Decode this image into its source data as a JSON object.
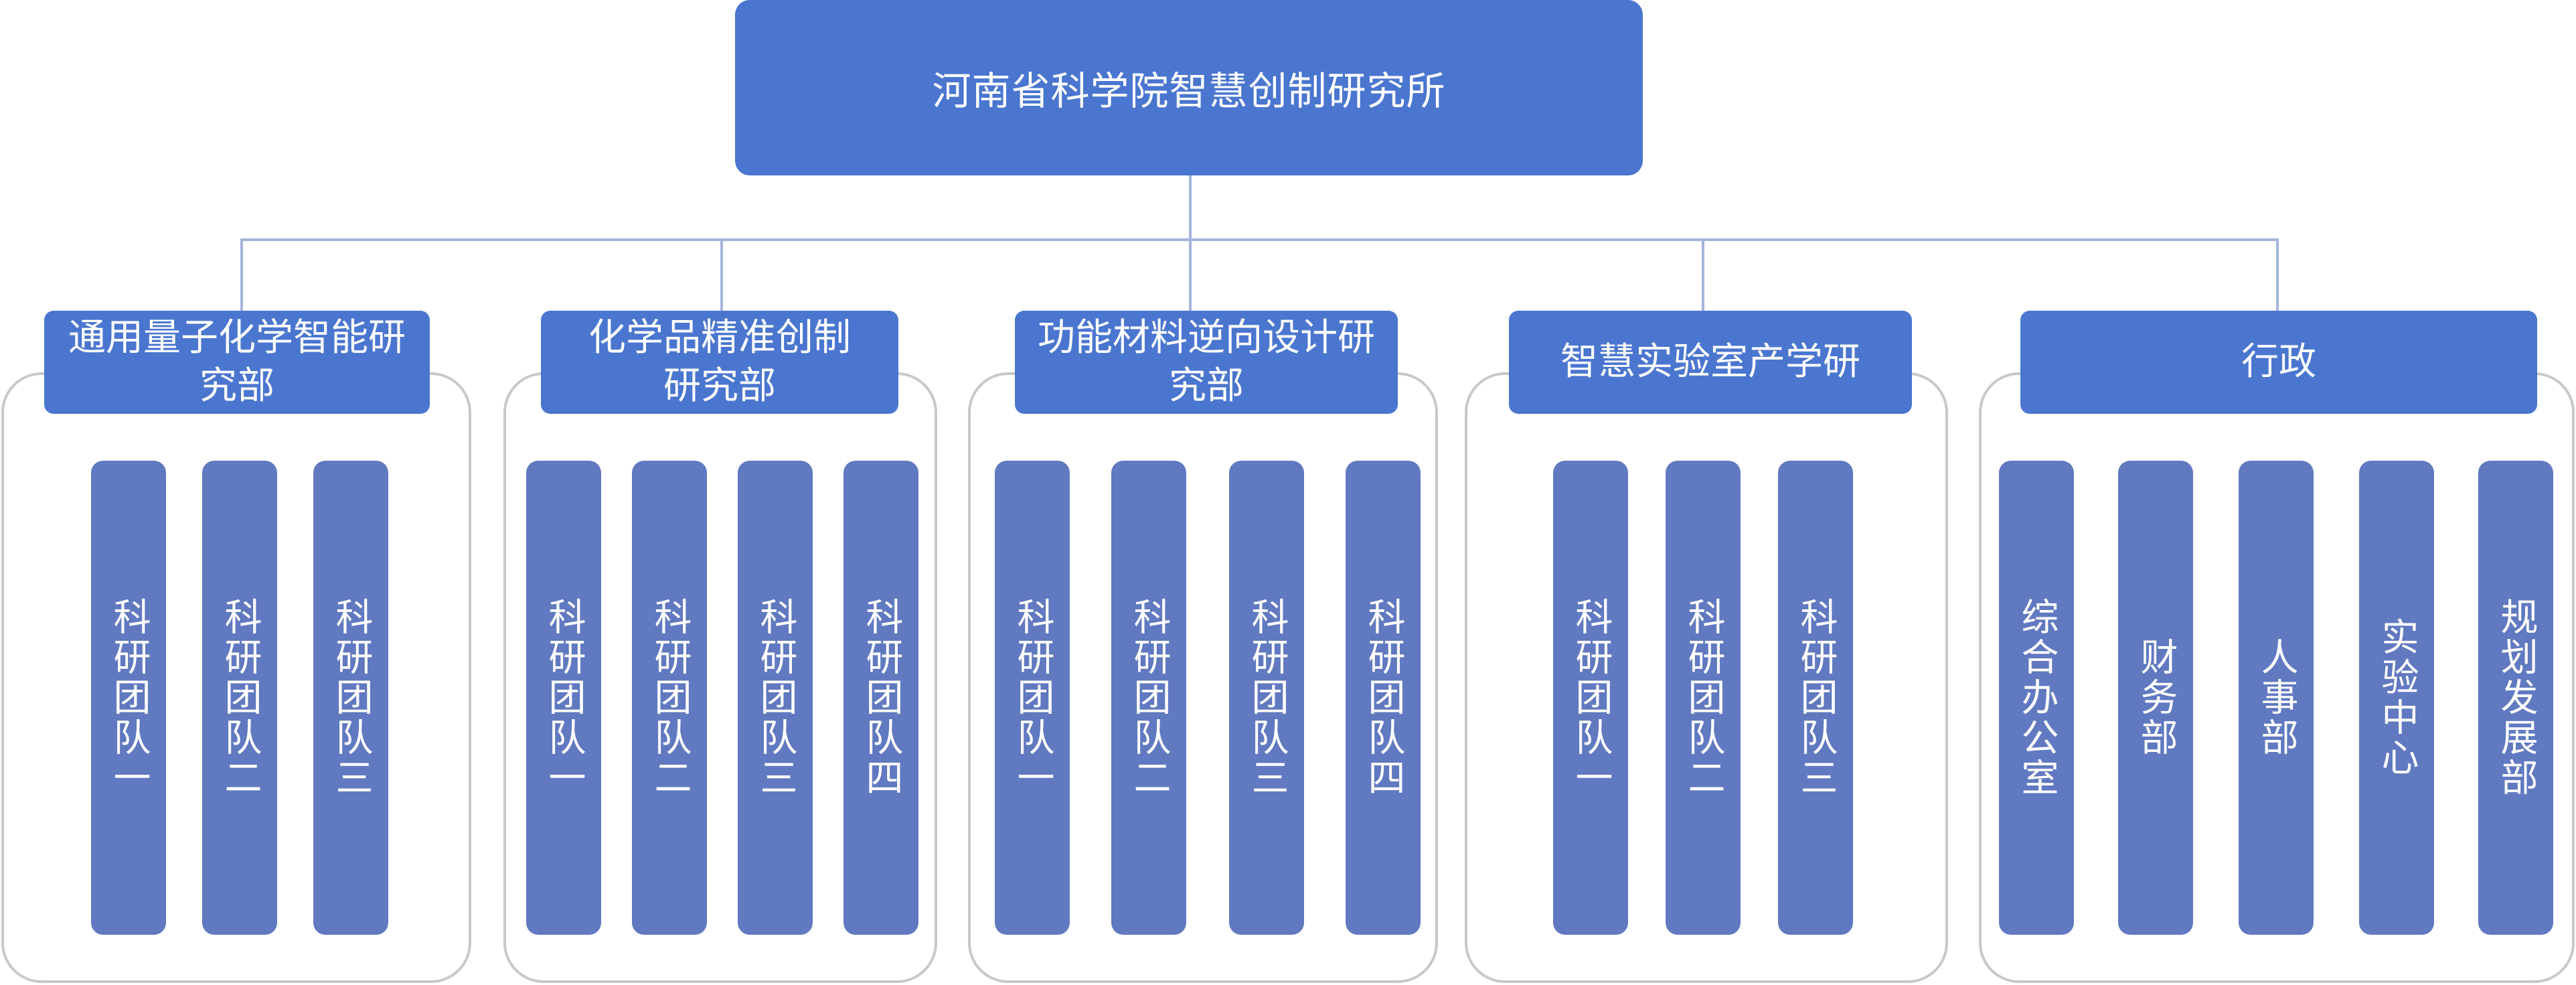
{
  "root": {
    "label": "河南省科学院智慧创制研究所"
  },
  "colors": {
    "box_fill": "#4a76cf",
    "team_fill": "#6079c0",
    "connector": "#a3b4dd",
    "frame_border": "#c8c8c8",
    "text": "#ffffff"
  },
  "groups": [
    {
      "label": "通用量子化学智能研究部",
      "teams": [
        "科研团队一",
        "科研团队二",
        "科研团队三"
      ]
    },
    {
      "label": "化学品精准创制研究部",
      "teams": [
        "科研团队一",
        "科研团队二",
        "科研团队三",
        "科研团队四"
      ]
    },
    {
      "label": "功能材料逆向设计研究部",
      "teams": [
        "科研团队一",
        "科研团队二",
        "科研团队三",
        "科研团队四"
      ]
    },
    {
      "label": "智慧实验室产学研",
      "teams": [
        "科研团队一",
        "科研团队二",
        "科研团队三"
      ]
    },
    {
      "label": "行政",
      "teams": [
        "综合办公室",
        "财务部",
        "人事部",
        "实验中心",
        "规划发展部"
      ]
    }
  ]
}
